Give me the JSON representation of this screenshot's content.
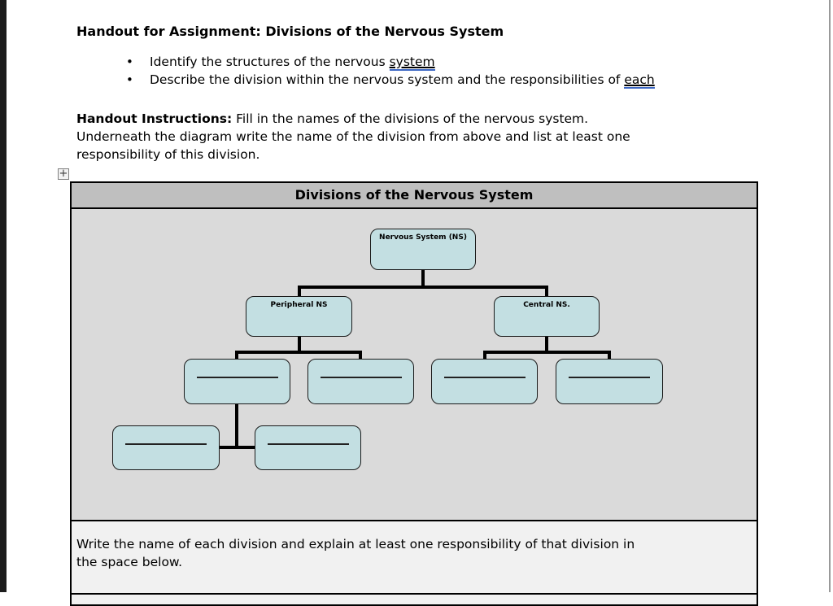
{
  "document": {
    "title": "Handout for Assignment: Divisions of the Nervous System",
    "bullet_glyph": "•",
    "bullets": [
      {
        "pre": "Identify the structures of the nervous ",
        "underlined": "system"
      },
      {
        "pre": "Describe the division within the nervous system and the responsibilities of ",
        "underlined": "each"
      }
    ],
    "instructions": {
      "label": "Handout Instructions:",
      "line1_rest": " Fill in the names of the divisions of the nervous system.",
      "line2": "Underneath the diagram write the name of the division from above and list at least one",
      "line3": "responsibility of this division."
    }
  },
  "table": {
    "move_handle_icon": "+",
    "header_title": "Divisions of the Nervous System",
    "note_line1": "Write the name of each division and explain at least one responsibility of that division in",
    "note_line2": "the space below."
  },
  "diagram": {
    "root_label": "Nervous System (NS)",
    "level2_left_label": "Peripheral NS",
    "level2_right_label": "Central NS.",
    "blank_boxes_row3": 4,
    "blank_boxes_row4": 2
  },
  "colors": {
    "header_bg": "#bfbfbf",
    "diagram_bg": "#dadada",
    "note_bg": "#f1f1f1",
    "box_fill": "#c3dfe2",
    "box_border": "#1a1a1a",
    "connector": "#000000",
    "underline_blue": "#3a66c4",
    "window_left_bar": "#1c1c1c"
  }
}
